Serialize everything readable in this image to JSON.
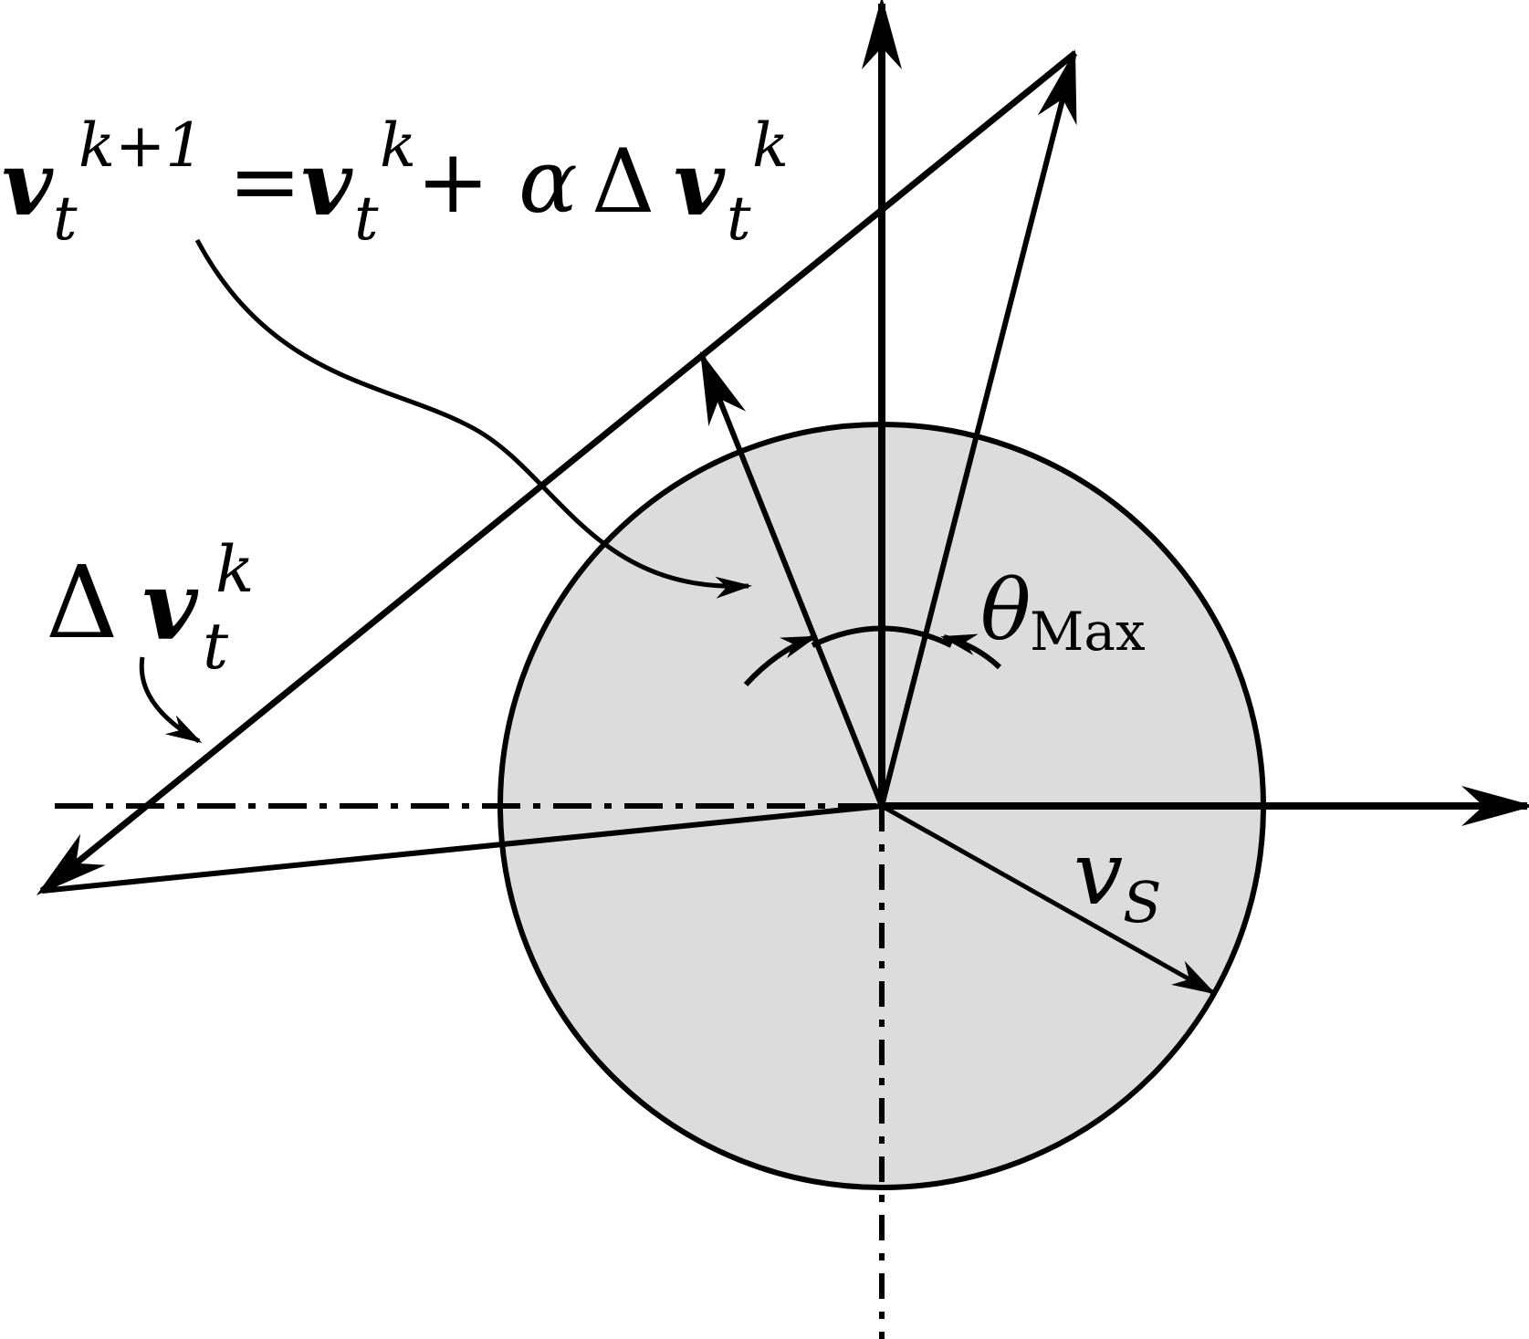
{
  "diagram": {
    "colors": {
      "stroke": "#000000",
      "disk_fill": "#dcdcdc",
      "background": "#ffffff"
    },
    "labels": {
      "update_rule": {
        "lhs_symbol": "v",
        "lhs_subscript": "t",
        "lhs_superscript": "k+1",
        "equals": "=",
        "term1_symbol": "v",
        "term1_subscript": "t",
        "term1_superscript": "k",
        "plus": "+",
        "alpha": "α",
        "delta": "Δ",
        "term2_symbol": "v",
        "term2_subscript": "t",
        "term2_superscript": "k"
      },
      "delta_v": {
        "delta": "Δ",
        "symbol": "v",
        "subscript": "t",
        "superscript": "k"
      },
      "theta_max": {
        "symbol": "θ",
        "subscript": "Max"
      },
      "v_s": {
        "symbol": "v",
        "subscript": "S"
      }
    }
  }
}
